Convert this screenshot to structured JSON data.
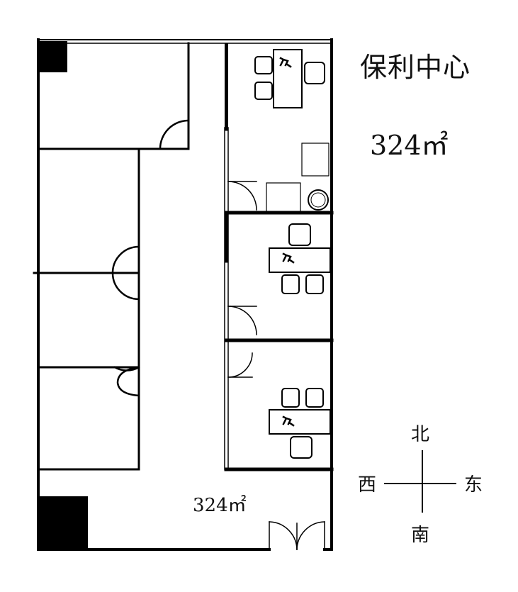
{
  "plan": {
    "title": "保利中心",
    "area_main": "324㎡",
    "area_lower": "324㎡"
  },
  "compass": {
    "north": "北",
    "south": "南",
    "west": "西",
    "east": "东"
  }
}
